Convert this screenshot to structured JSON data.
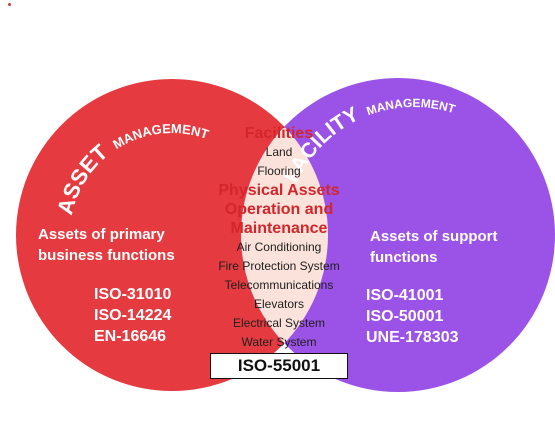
{
  "colors": {
    "asset": "#e53a3f",
    "facility": "#9b52e6",
    "overlap": "#fbe3dc",
    "accent_text": "#d2262b"
  },
  "asset": {
    "title_main": "ASSET",
    "title_sub": "MANAGEMENT",
    "desc_line1": "Assets of primary",
    "desc_line2": "business functions",
    "standards": [
      "ISO-31010",
      "ISO-14224",
      "EN-16646"
    ]
  },
  "facility": {
    "title_main": "FACILITY",
    "title_sub": "MANAGEMENT",
    "desc_line1": "Assets of support",
    "desc_line2": "functions",
    "standards": [
      "ISO-41001",
      "ISO-50001",
      "UNE-178303"
    ]
  },
  "overlap": {
    "heading1": "Facilities",
    "items1": [
      "Land",
      "Flooring"
    ],
    "heading2": [
      "Physical Assets",
      "Operation and",
      "Maintenance"
    ],
    "items2": [
      "Air Conditioning",
      "Fire Protection System",
      "Telecommunications",
      "Elevators",
      "Electrical System",
      "Water System"
    ]
  },
  "badge": "ISO-55001"
}
